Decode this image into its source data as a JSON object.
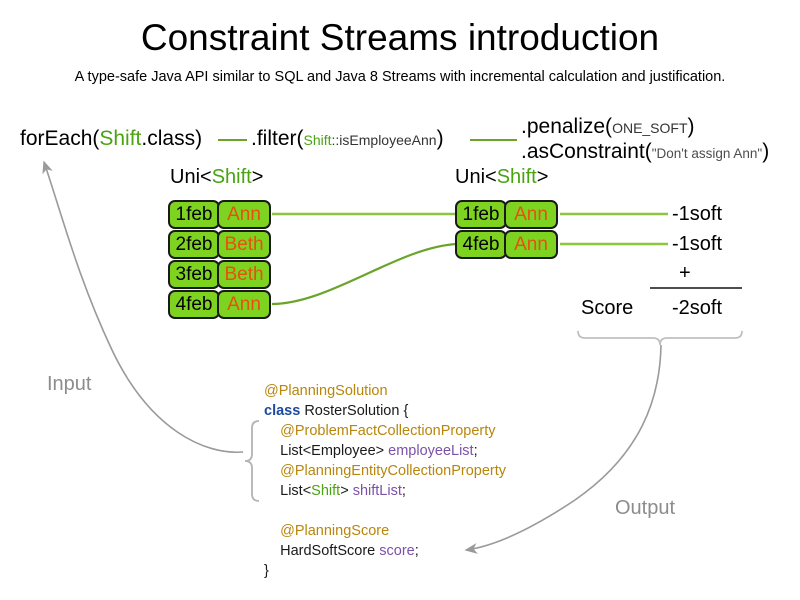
{
  "title": "Constraint Streams introduction",
  "subtitle": "A type-safe Java API similar to SQL and Java 8 Streams with incremental calculation and justification.",
  "pipeline": {
    "foreach": {
      "prefix": "forEach(",
      "type": "Shift",
      "suffix": ".class)"
    },
    "filter": {
      "prefix": ".filter(",
      "type": "Shift",
      "method": "::isEmployeeAnn",
      "suffix": ")"
    },
    "penalize": {
      "prefix": ".penalize(",
      "arg": "ONE_SOFT",
      "suffix": ")"
    },
    "as_constraint": {
      "prefix": ".asConstraint(",
      "arg": "\"Don't assign Ann\"",
      "suffix": ")"
    }
  },
  "streams": {
    "left_caption": {
      "prefix": "Uni<",
      "type": "Shift",
      "suffix": ">"
    },
    "right_caption": {
      "prefix": "Uni<",
      "type": "Shift",
      "suffix": ">"
    },
    "left_tuples": [
      {
        "date": "1feb",
        "employee": "Ann"
      },
      {
        "date": "2feb",
        "employee": "Beth"
      },
      {
        "date": "3feb",
        "employee": "Beth"
      },
      {
        "date": "4feb",
        "employee": "Ann"
      }
    ],
    "right_tuples": [
      {
        "date": "1feb",
        "employee": "Ann"
      },
      {
        "date": "4feb",
        "employee": "Ann"
      }
    ]
  },
  "score": {
    "penalties": [
      "-1soft",
      "-1soft"
    ],
    "operator": "+",
    "label": "Score",
    "total": "-2soft"
  },
  "flow": {
    "input_label": "Input",
    "output_label": "Output"
  },
  "code": {
    "lines": [
      {
        "indent": 0,
        "parts": [
          {
            "t": "@PlanningSolution",
            "c": "ann"
          }
        ]
      },
      {
        "indent": 0,
        "parts": [
          {
            "t": "class",
            "c": "kw"
          },
          {
            "t": " RosterSolution {",
            "c": "plain"
          }
        ]
      },
      {
        "indent": 1,
        "parts": [
          {
            "t": "@ProblemFactCollectionProperty",
            "c": "ann"
          }
        ]
      },
      {
        "indent": 1,
        "parts": [
          {
            "t": "List<Employee> ",
            "c": "plain"
          },
          {
            "t": "employeeList",
            "c": "field"
          },
          {
            "t": ";",
            "c": "plain"
          }
        ]
      },
      {
        "indent": 1,
        "parts": [
          {
            "t": "@PlanningEntityCollectionProperty",
            "c": "ann"
          }
        ]
      },
      {
        "indent": 1,
        "parts": [
          {
            "t": "List<",
            "c": "plain"
          },
          {
            "t": "Shift",
            "c": "type"
          },
          {
            "t": "> ",
            "c": "plain"
          },
          {
            "t": "shiftList",
            "c": "field"
          },
          {
            "t": ";",
            "c": "plain"
          }
        ]
      },
      {
        "indent": 0,
        "parts": []
      },
      {
        "indent": 1,
        "parts": [
          {
            "t": "@PlanningScore",
            "c": "ann"
          }
        ]
      },
      {
        "indent": 1,
        "parts": [
          {
            "t": "HardSoftScore ",
            "c": "plain"
          },
          {
            "t": "score",
            "c": "field"
          },
          {
            "t": ";",
            "c": "plain"
          }
        ]
      },
      {
        "indent": 0,
        "parts": [
          {
            "t": "}",
            "c": "plain"
          }
        ]
      }
    ]
  },
  "colors": {
    "fact_green": "#7ed321",
    "type_green": "#4aa312",
    "employee_orange": "#e8500f",
    "wire_green": "#8cc63f",
    "gray_arrow": "#9a9a9a",
    "annotation": "#b8860b",
    "keyword": "#1d4a9e",
    "field": "#7a52a8"
  }
}
